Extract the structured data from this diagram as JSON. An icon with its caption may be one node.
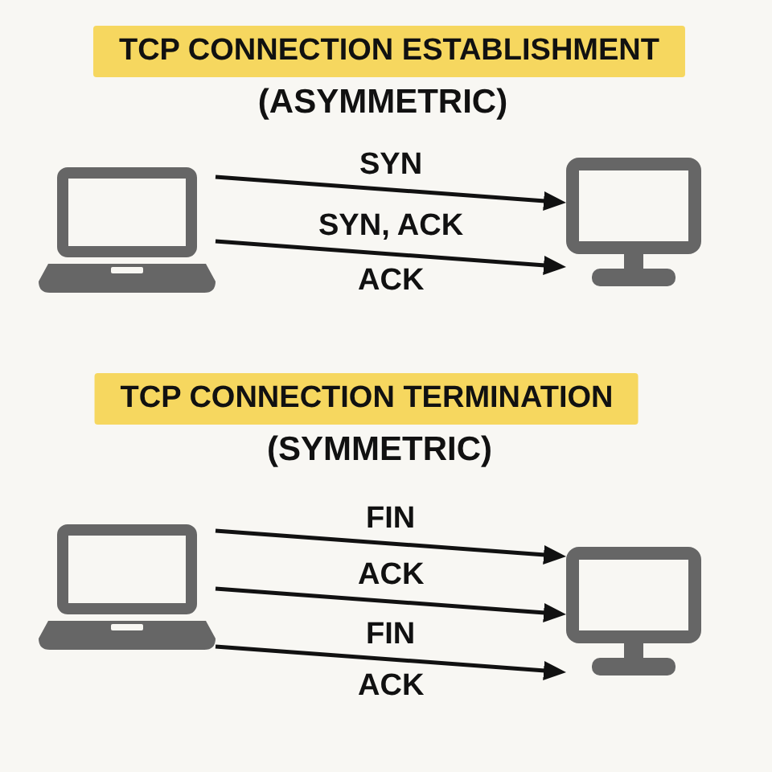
{
  "diagram": {
    "nodes": [
      {
        "text": [
          "TCP CONNECTION ESTABLISHMENT"
        ],
        "beside": [
          "(ASYMMETRIC)"
        ]
      },
      {
        "text": [],
        "shape": "laptop"
      },
      {
        "text": [],
        "shape": "monitor"
      },
      {
        "text": [
          "TCP CONNECTION TERMINATION"
        ],
        "beside": [
          "(SYMMETRIC)"
        ]
      },
      {
        "text": [],
        "shape": "laptop"
      },
      {
        "text": [],
        "shape": "monitor"
      }
    ],
    "edges": [
      {
        "from": 1,
        "to": 2,
        "arrow": "to",
        "label": "SYN"
      },
      {
        "from": 1,
        "to": 2,
        "arrow": "to",
        "label": "SYN, ACK"
      },
      {
        "from": 4,
        "to": 5,
        "arrow": "to",
        "label": "FIN"
      },
      {
        "from": 4,
        "to": 5,
        "arrow": "to",
        "label": "ACK"
      },
      {
        "from": 4,
        "to": 5,
        "arrow": "to",
        "label": "FIN"
      }
    ],
    "labels": [
      "ACK",
      "ACK"
    ]
  }
}
